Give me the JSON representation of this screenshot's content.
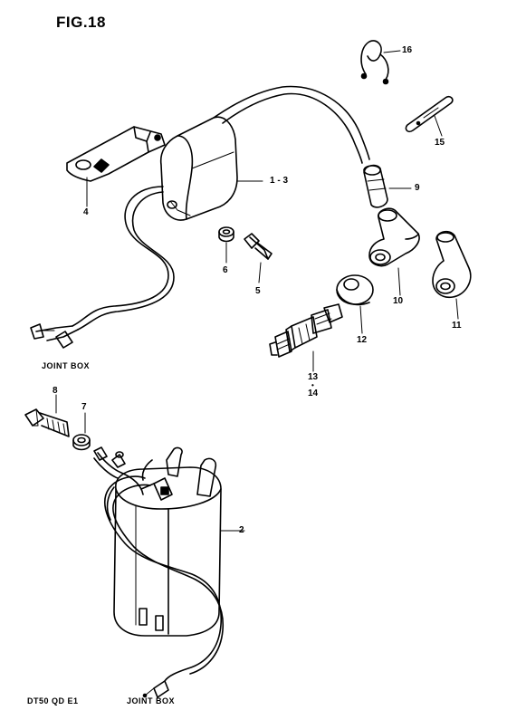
{
  "figure": {
    "title": "FIG.18",
    "model_code": "DT50 QD E1"
  },
  "captions": {
    "joint_box_upper": "JOINT BOX",
    "joint_box_lower": "JOINT BOX"
  },
  "callouts": {
    "c1_3": "1 - 3",
    "c2": "2",
    "c4": "4",
    "c5": "5",
    "c6": "6",
    "c7": "7",
    "c8": "8",
    "c9": "9",
    "c10": "10",
    "c11": "11",
    "c12": "12",
    "c13": "13",
    "c13_dot": "•",
    "c14": "14",
    "c15": "15",
    "c16": "16"
  },
  "colors": {
    "ink": "#000000",
    "paper": "#ffffff"
  }
}
